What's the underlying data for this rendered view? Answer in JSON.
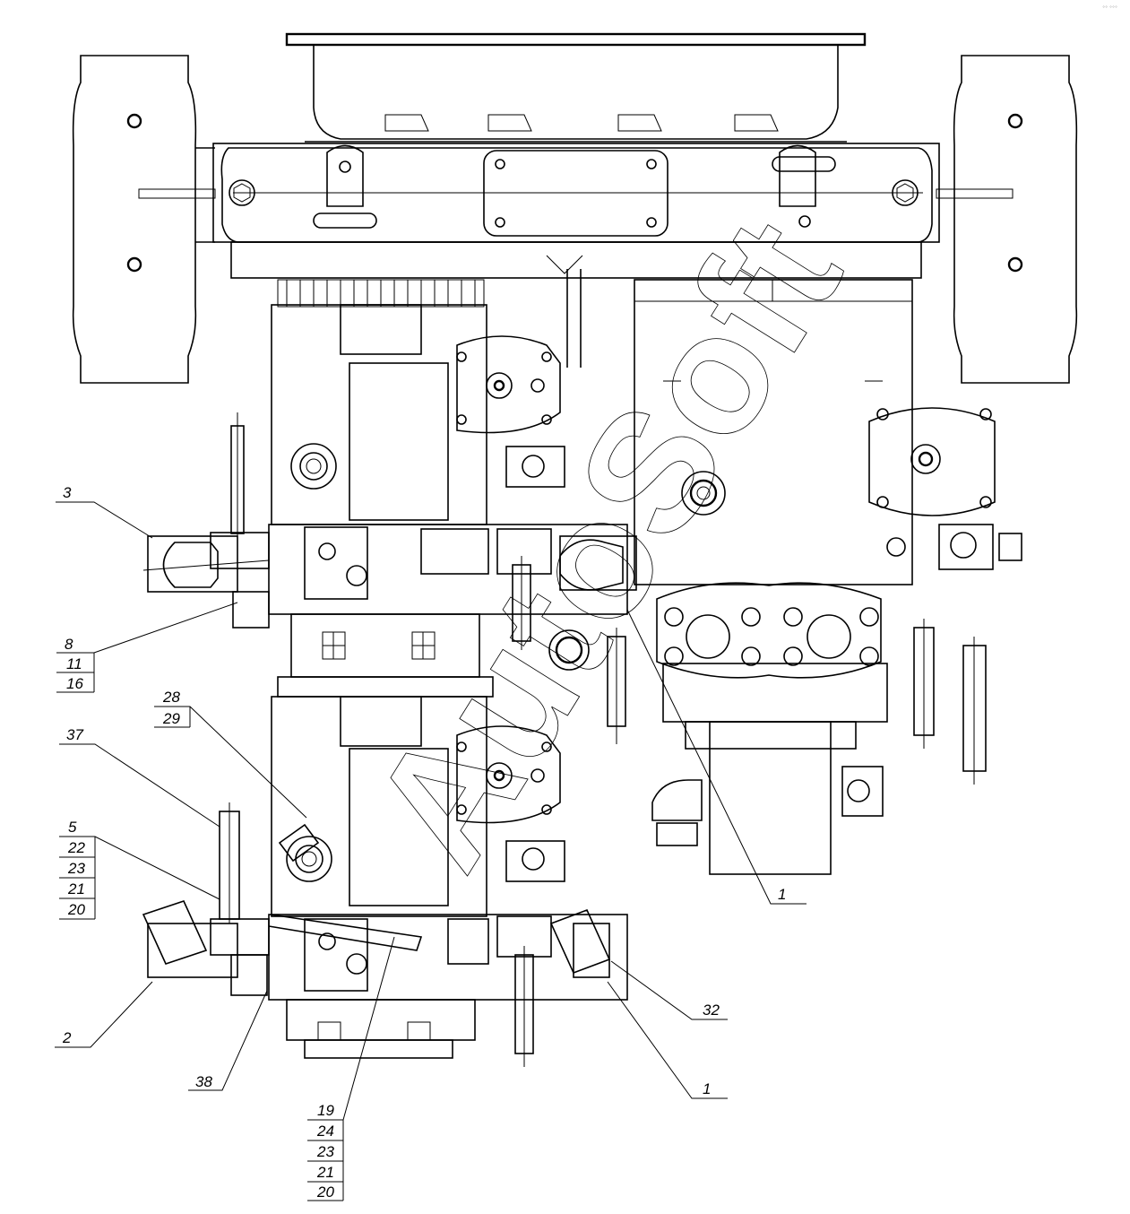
{
  "drawing": {
    "type": "hydraulic pump assembly technical drawing",
    "watermark": "AutoSoft",
    "corner_mark": "°° °°°"
  },
  "callouts": [
    {
      "id": "c3",
      "labels": [
        "3"
      ]
    },
    {
      "id": "c8",
      "labels": [
        "8",
        "11",
        "16"
      ]
    },
    {
      "id": "c28",
      "labels": [
        "28",
        "29"
      ]
    },
    {
      "id": "c37",
      "labels": [
        "37"
      ]
    },
    {
      "id": "c5",
      "labels": [
        "5",
        "22",
        "23",
        "21",
        "20"
      ]
    },
    {
      "id": "c2",
      "labels": [
        "2"
      ]
    },
    {
      "id": "c38",
      "labels": [
        "38"
      ]
    },
    {
      "id": "c19",
      "labels": [
        "19",
        "24",
        "23",
        "21",
        "20"
      ]
    },
    {
      "id": "c1a",
      "labels": [
        "1"
      ]
    },
    {
      "id": "c32",
      "labels": [
        "32"
      ]
    },
    {
      "id": "c1b",
      "labels": [
        "1"
      ]
    }
  ]
}
